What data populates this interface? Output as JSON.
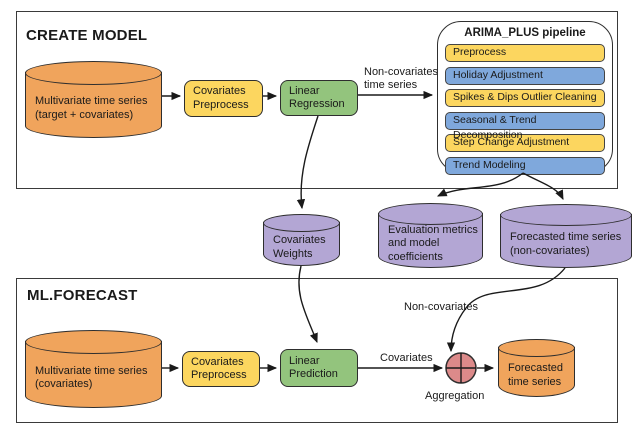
{
  "colors": {
    "orange": "#F0A45C",
    "yellow": "#FCD65F",
    "green": "#93C47D",
    "purple": "#B3A6D4",
    "blue": "#7FA8DC",
    "red": "#DC8A8A",
    "line": "#1a1a1a"
  },
  "create_model": {
    "title": "CREATE MODEL",
    "source_cylinder": "Multivariate time series\n(target + covariates)",
    "preprocess_box": "Covariates\nPreprocess",
    "regression_box": "Linear\nRegression",
    "noncov_arrow_label": "Non-covariates\ntime series"
  },
  "pipeline": {
    "title": "ARIMA_PLUS pipeline",
    "steps": [
      {
        "label": "Preprocess",
        "color": "yellow"
      },
      {
        "label": "Holiday Adjustment",
        "color": "blue"
      },
      {
        "label": "Spikes & Dips Outlier Cleaning",
        "color": "yellow"
      },
      {
        "label": "Seasonal & Trend Decomposition",
        "color": "blue"
      },
      {
        "label": "Step Change Adjustment",
        "color": "yellow"
      },
      {
        "label": "Trend Modeling",
        "color": "blue"
      }
    ]
  },
  "model_outputs": {
    "covariates_weights_cylinder": "Covariates\nWeights",
    "evaluation_cylinder": "Evaluation metrics\nand model\ncoefficients",
    "forecast_noncov_cylinder": "Forecasted time series\n(non-covariates)"
  },
  "ml_forecast": {
    "title": "ML.FORECAST",
    "source_cylinder": "Multivariate time series\n(covariates)",
    "preprocess_box": "Covariates\nPreprocess",
    "prediction_box": "Linear\nPrediction",
    "covariates_arrow_label": "Covariates",
    "noncov_arrow_label": "Non-covariates",
    "aggregation_label": "Aggregation",
    "result_cylinder": "Forecasted\ntime series"
  }
}
